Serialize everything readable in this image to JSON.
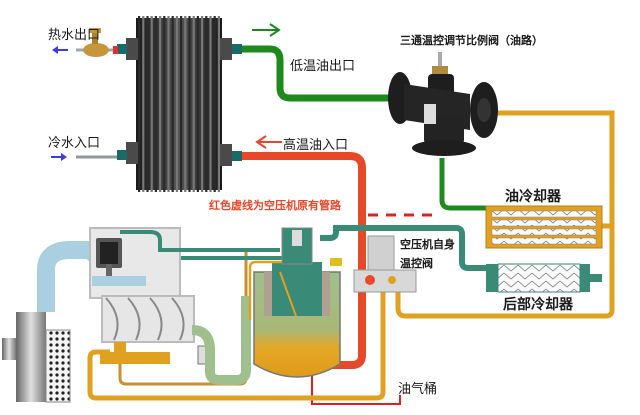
{
  "title": "空压机余热回收油路系统示意图",
  "labels": {
    "hot_water_out": "热水出口",
    "cold_water_in": "冷水入口",
    "low_temp_oil_out": "低温油出口",
    "high_temp_oil_in": "高温油入口",
    "three_way_valve": "三通温控调节比例阀（油路）",
    "oil_cooler": "油冷却器",
    "after_cooler": "后部冷却器",
    "red_dashed_note": "红色虚线为空压机原有管路",
    "compressor_thermo_valve_line1": "空压机自身",
    "compressor_thermo_valve_line2": "温控阀",
    "oil_gas_tank": "油气桶"
  },
  "flow_colors": {
    "hot_oil": "#e8482a",
    "low_temp_oil": "#1e8a1e",
    "oil_return": "#e0a020",
    "air_line": "#3a8a78",
    "water_arrow": "#3a3ae8",
    "intake": "#a9cfe0"
  }
}
